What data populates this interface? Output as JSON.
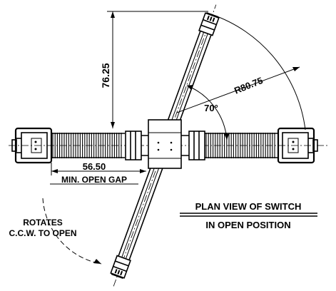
{
  "dimensions": {
    "vertical": "76.25",
    "radius": "R80.75",
    "angle": "70°",
    "gap": "56.50"
  },
  "labels": {
    "gap_label": "MIN. OPEN GAP",
    "rotate_line1": "ROTATES",
    "rotate_line2": "C.C.W. TO OPEN",
    "title_line1": "PLAN VIEW OF SWITCH",
    "title_line2": "IN OPEN POSITION"
  }
}
